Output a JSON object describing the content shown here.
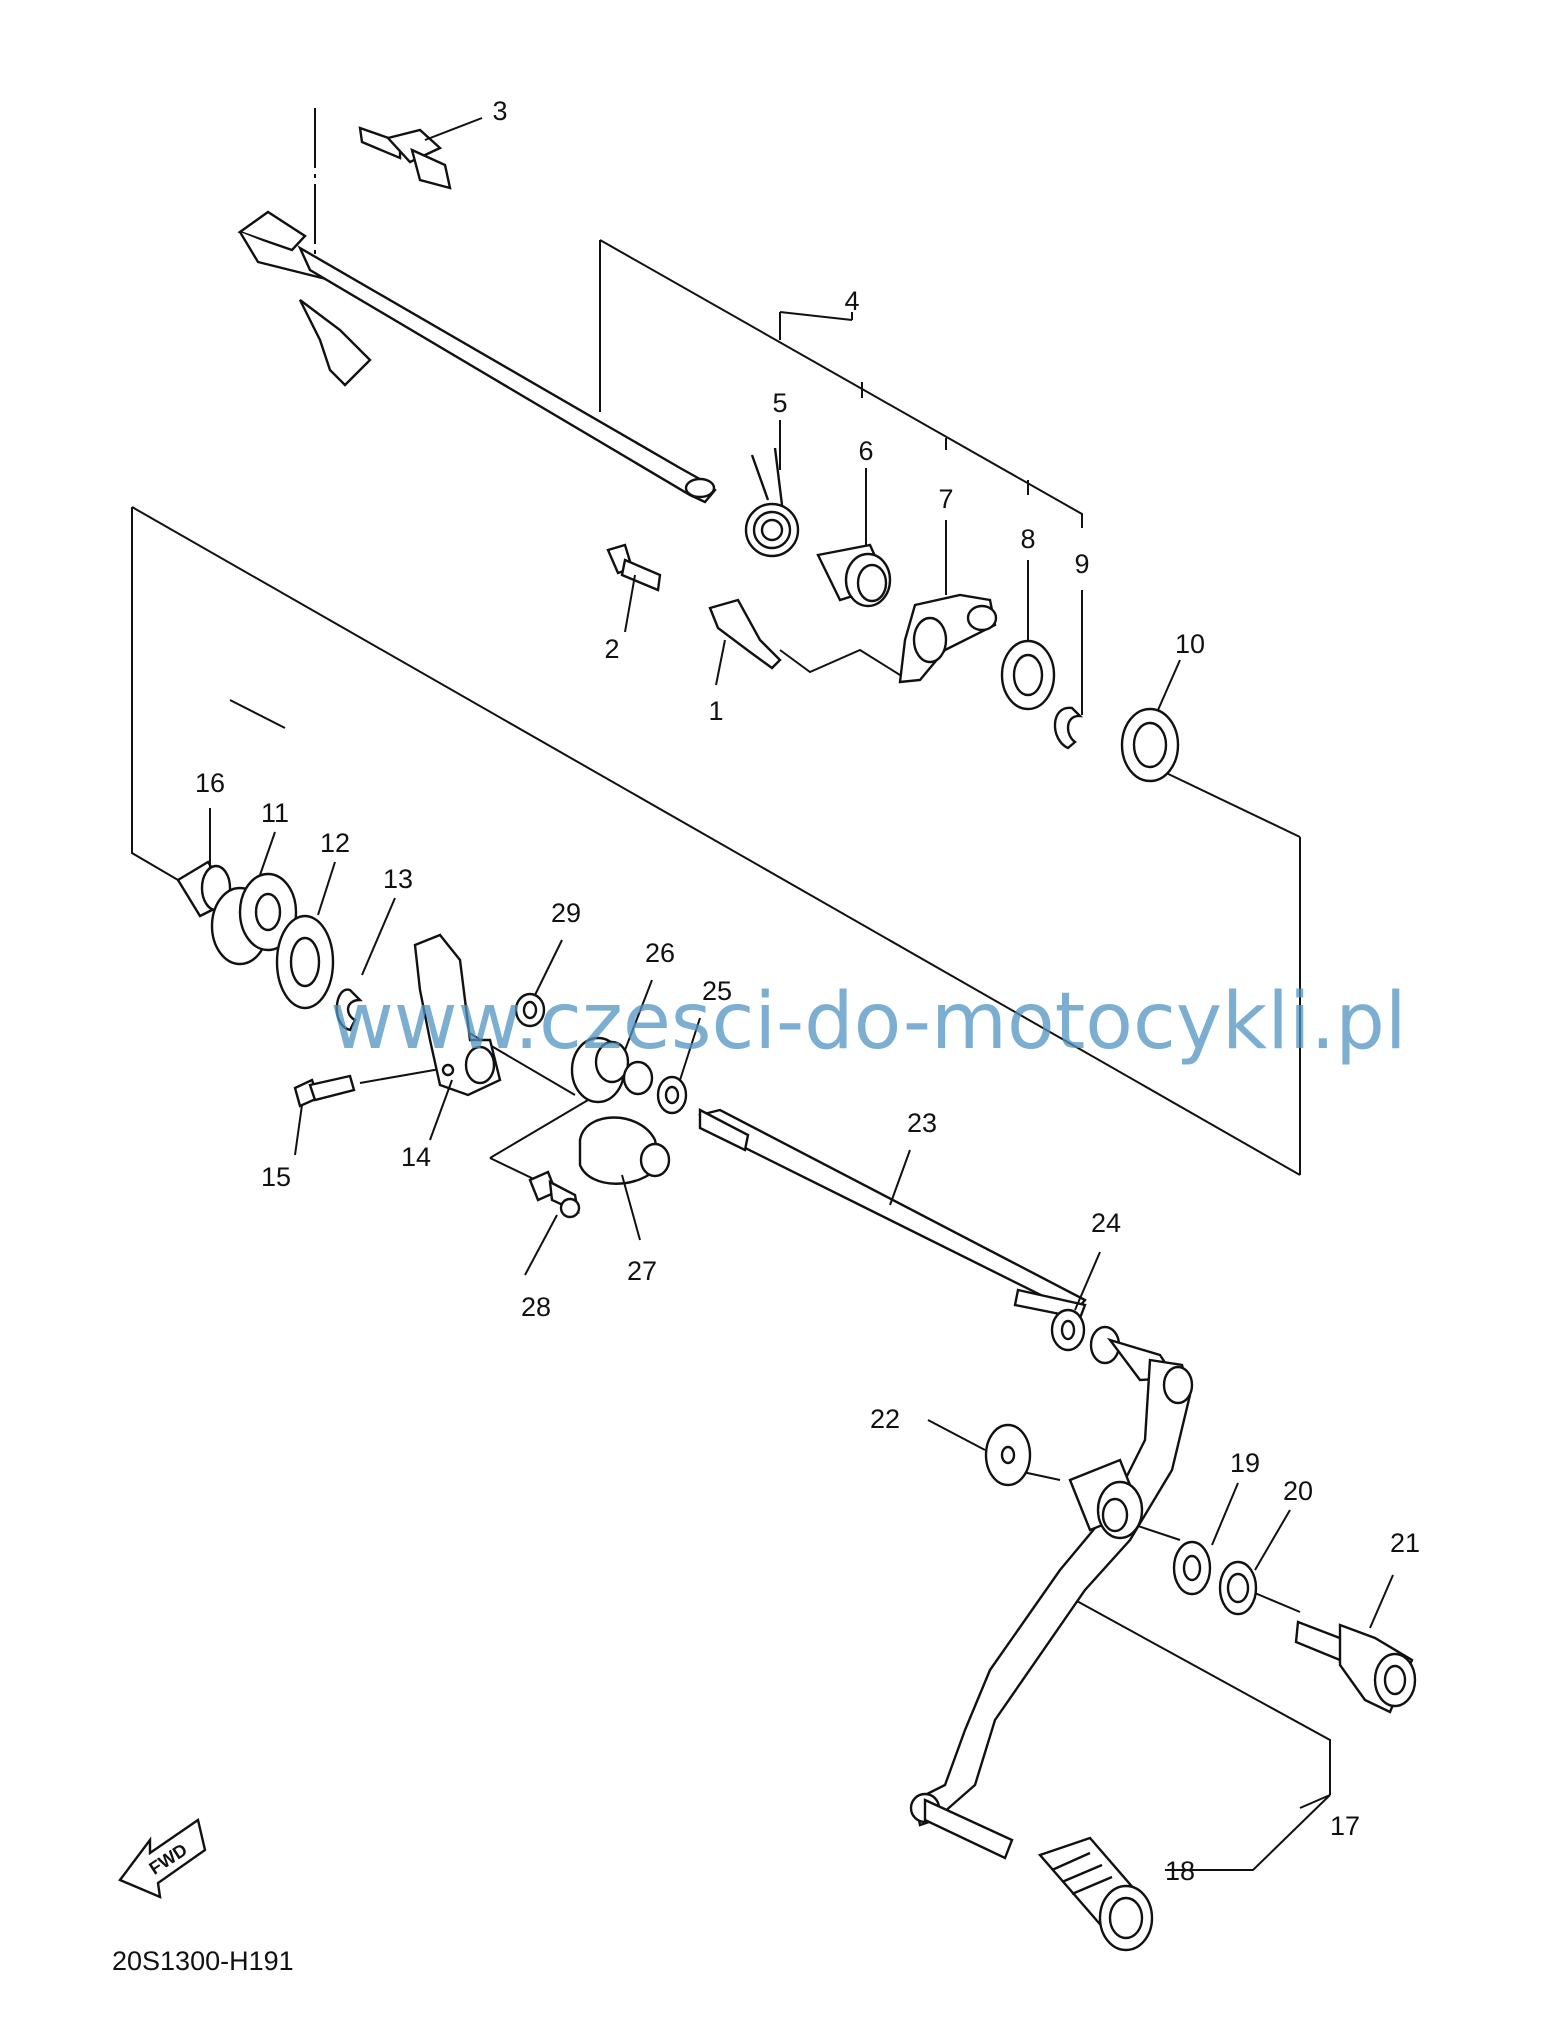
{
  "diagram": {
    "watermark": "www.czesci-do-motocykli.pl",
    "diagram_code": "20S1300-H191",
    "fwd_label": "FWD",
    "callouts": [
      "1",
      "2",
      "3",
      "4",
      "5",
      "6",
      "7",
      "8",
      "9",
      "10",
      "11",
      "12",
      "13",
      "14",
      "15",
      "16",
      "17",
      "18",
      "19",
      "20",
      "21",
      "22",
      "23",
      "24",
      "25",
      "26",
      "27",
      "28",
      "29"
    ]
  }
}
